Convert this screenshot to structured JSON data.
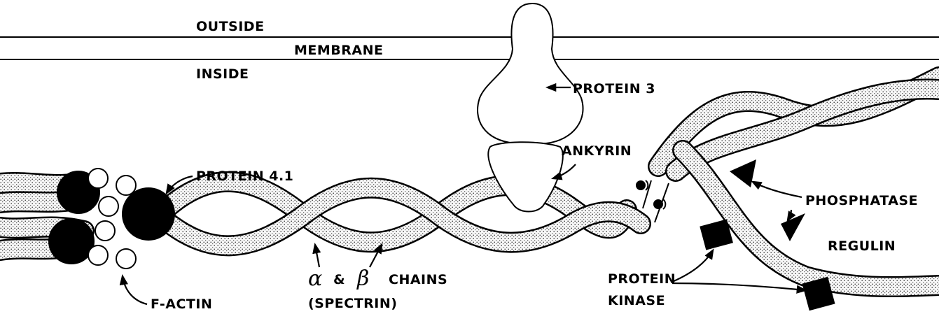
{
  "labels": {
    "outside": "OUTSIDE",
    "membrane": "MEMBRANE",
    "inside": "INSIDE",
    "protein3": "PROTEIN 3",
    "ankyrin": "ANKYRIN",
    "protein41": "PROTEIN 4.1",
    "phosphatase": "PHOSPHATASE",
    "regulin": "REGULIN",
    "alpha": "α",
    "amp": "&",
    "beta": "β",
    "chains": "CHAINS",
    "spectrin": "(SPECTRIN)",
    "protein_kinase_line1": "PROTEIN",
    "protein_kinase_line2": "KINASE",
    "factin": "F-ACTIN"
  },
  "colors": {
    "ink": "#000000",
    "background": "#ffffff",
    "strand_fill": "#f4f4f4"
  }
}
